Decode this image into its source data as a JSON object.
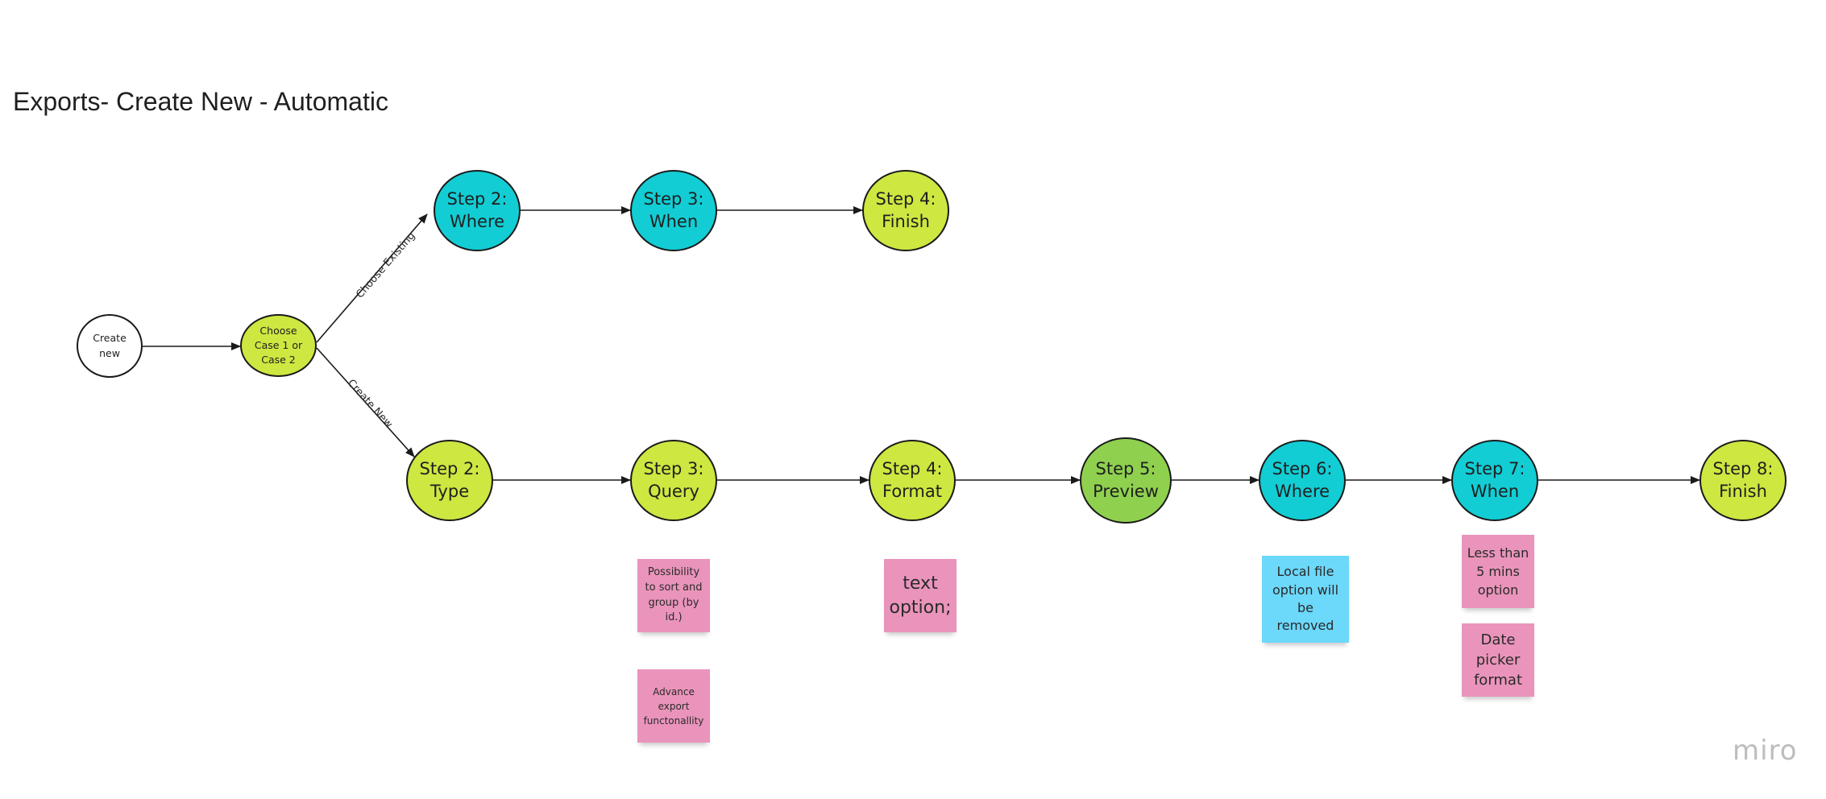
{
  "board": {
    "title": "Exports- Create New - Automatic"
  },
  "nodes": {
    "create_new": "Create new",
    "choose_case": "Choose Case 1 or Case 2",
    "existing_step2": "Step 2: Where",
    "existing_step3": "Step 3: When",
    "existing_step4": "Step 4: Finish",
    "new_step2": "Step 2: Type",
    "new_step3": "Step 3: Query",
    "new_step4": "Step 4: Format",
    "new_step5": "Step 5: Preview",
    "new_step6": "Step 6: Where",
    "new_step7": "Step 7: When",
    "new_step8": "Step 8: Finish"
  },
  "edge_labels": {
    "choose_existing": "Choose Existing",
    "create_new": "Create New"
  },
  "stickies": {
    "sort_group": "Possibility to sort and group (by id.)",
    "advance_export": "Advance export functonallity",
    "text_option": "text option;",
    "local_file": "Local file option will be removed",
    "less_than_5": "Less than 5 mins option",
    "date_picker": "Date picker format"
  },
  "colors": {
    "cyan": "#12cdd4",
    "lime": "#cee741",
    "green": "#8fd14f",
    "pink": "#ea94bb",
    "light_blue": "#6cd8fa"
  },
  "watermark": "miro"
}
